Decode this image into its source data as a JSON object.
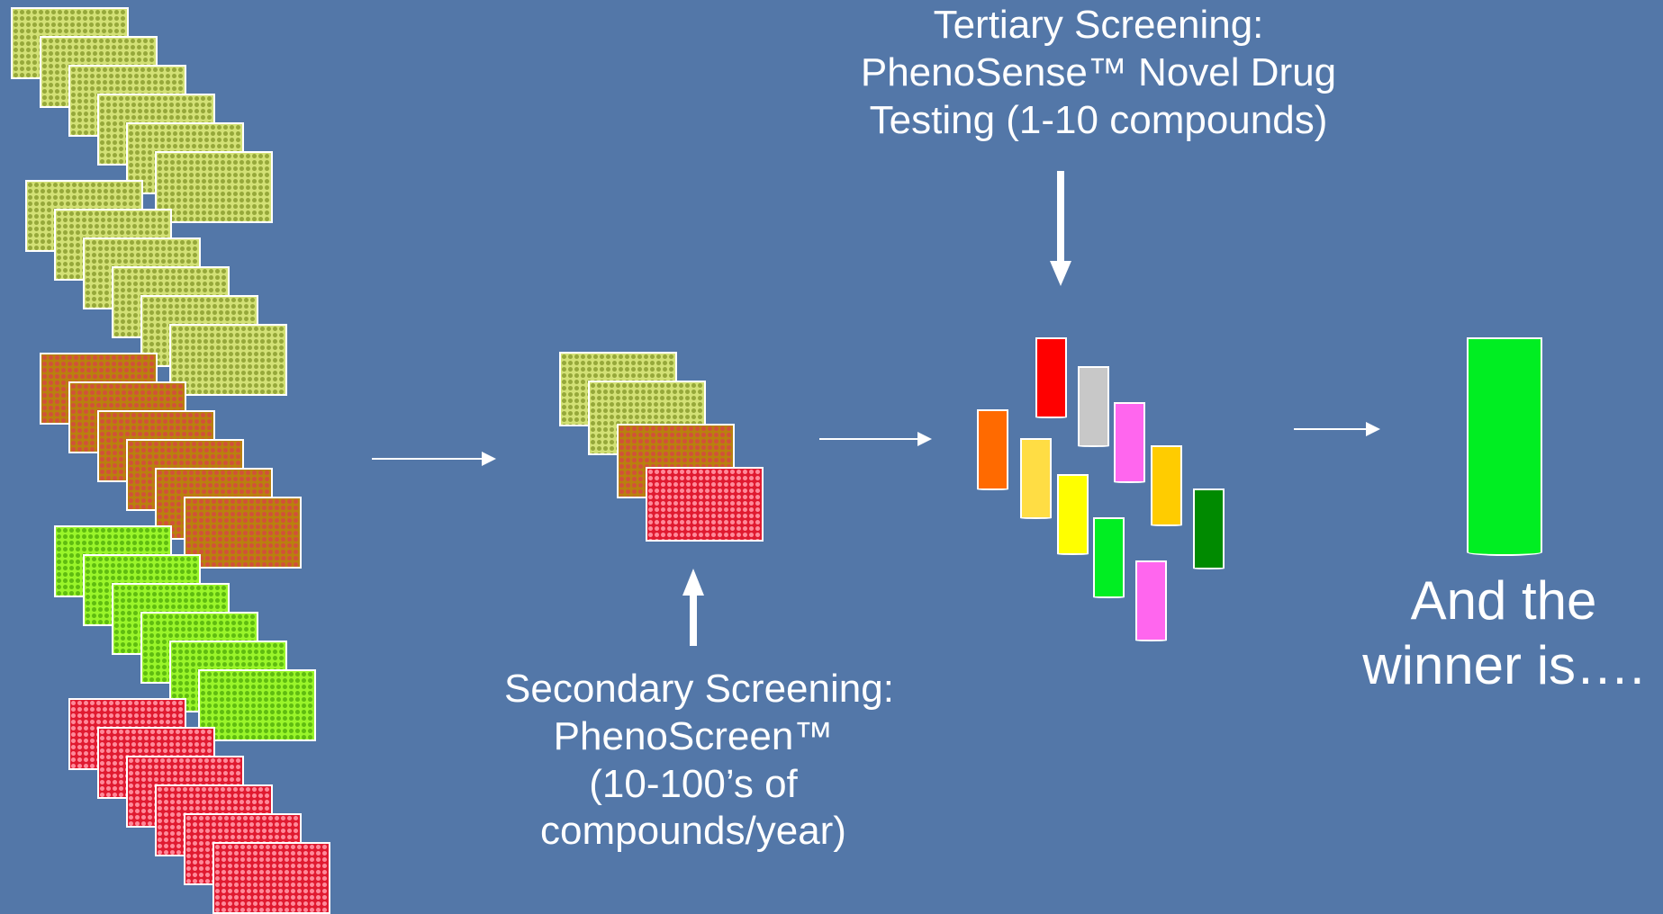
{
  "captions": {
    "tertiary": [
      "Tertiary Screening:",
      "PhenoSense™ Novel Drug",
      "Testing (1-10 compounds)"
    ],
    "secondary": [
      "Secondary Screening:",
      "PhenoScreen™",
      "(10-100’s of",
      "compounds/year)"
    ],
    "winner": [
      "And the",
      "winner is…."
    ]
  },
  "plate_colors": {
    "yellow": "#d3e176",
    "brown": "#b9800e",
    "green": "#9af52a",
    "red": "#e01a30"
  },
  "tube_colors": [
    "#ff6a00",
    "#ff0000",
    "#c8c8c8",
    "#ff66ee",
    "#ffdd44",
    "#ffff00",
    "#ffcc00",
    "#00ee22",
    "#008a00",
    "#ff66ee"
  ],
  "winner_tube_color": "#00ee22"
}
